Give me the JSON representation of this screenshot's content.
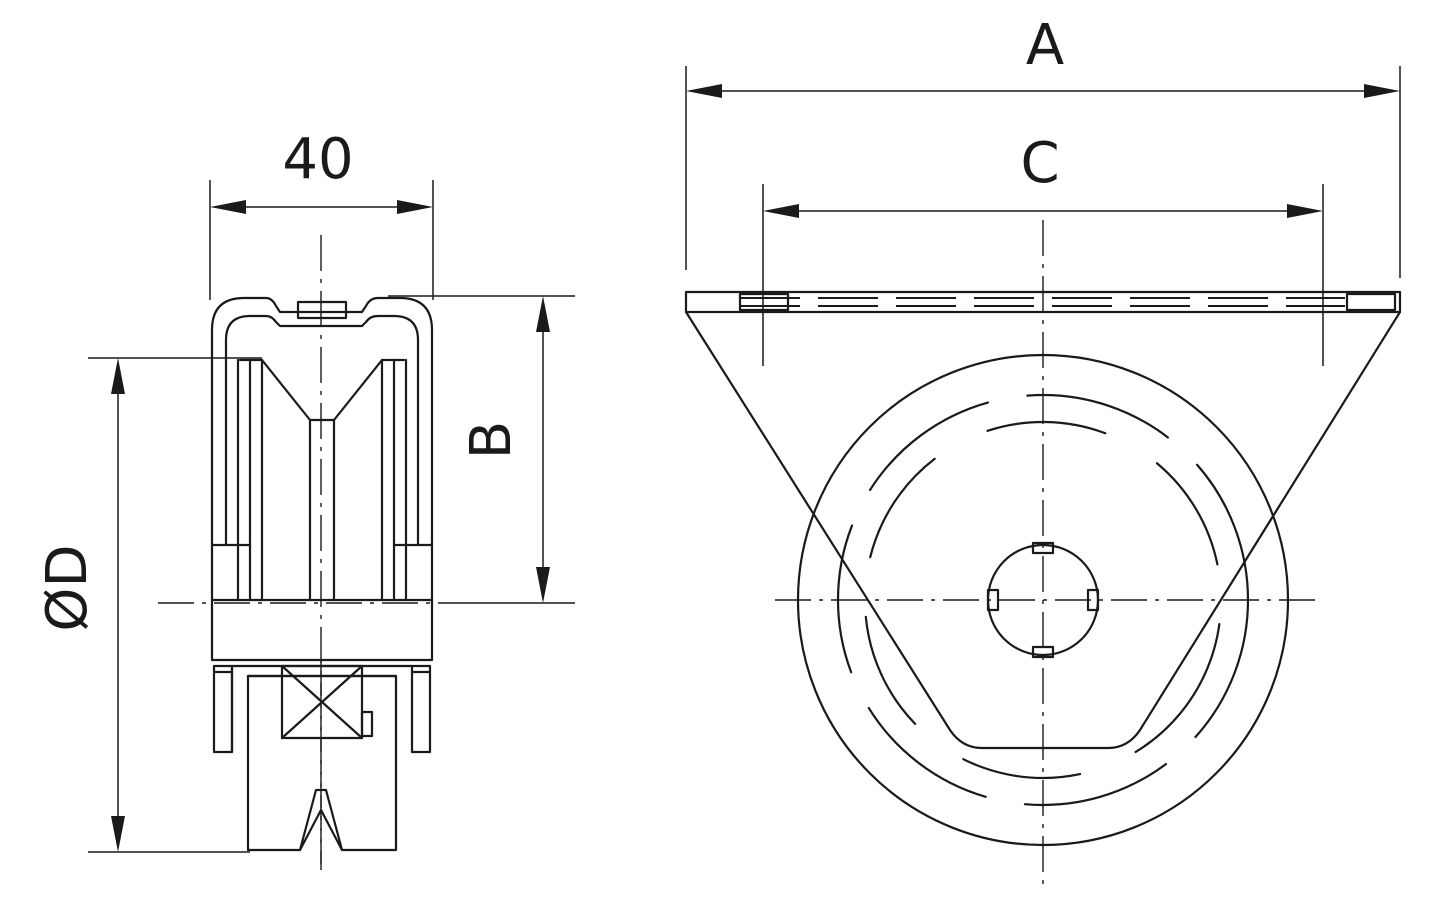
{
  "dimensions": {
    "width_label": "40",
    "height_label": "B",
    "diameter_label": "ØD",
    "overall_width_label": "A",
    "hole_spacing_label": "C"
  },
  "colors": {
    "line": "#1a1a1a",
    "background": "#ffffff"
  }
}
